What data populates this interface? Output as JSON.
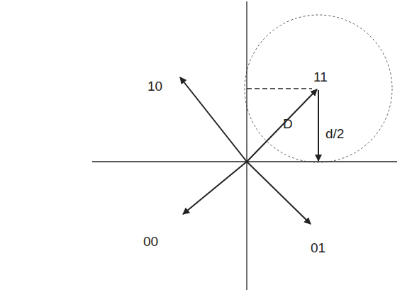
{
  "diagram": {
    "labels": [
      "10",
      "11",
      "D",
      "d/2",
      "00",
      "01"
    ]
  }
}
